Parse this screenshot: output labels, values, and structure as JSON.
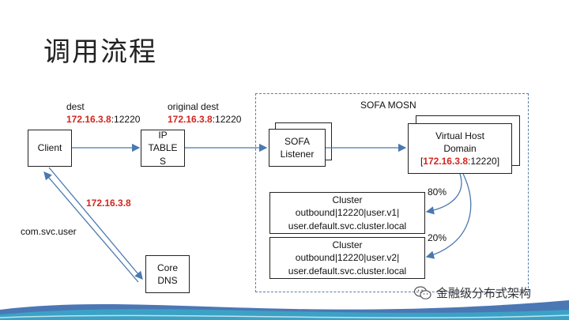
{
  "title": "调用流程",
  "group_label": "SOFA MOSN",
  "nodes": {
    "client": "Client",
    "iptables": [
      "IP",
      "TABLE",
      "S"
    ],
    "sofa_listener": [
      "SOFA",
      "Listener"
    ],
    "virtual_host": {
      "line1": "Virtual Host",
      "line2": "Domain",
      "ip": "172.16.3.8",
      "port_suffix": ":12220]",
      "open": "["
    },
    "cluster_v1": [
      "Cluster",
      "outbound|12220|user.v1|",
      "user.default.svc.cluster.local"
    ],
    "cluster_v2": [
      "Cluster",
      "outbound|12220|user.v2|",
      "user.default.svc.cluster.local"
    ],
    "core_dns": [
      "Core",
      "DNS"
    ]
  },
  "labels": {
    "dest": "dest",
    "dest_ip": "172.16.3.8",
    "dest_port": ":12220",
    "orig_dest": "original dest",
    "orig_ip": "172.16.3.8",
    "orig_port": ":12220",
    "dns_ip": "172.16.3.8",
    "svc": "com.svc.user",
    "pct_v1": "80%",
    "pct_v2": "20%"
  },
  "brand": {
    "text": "金融级分布式架构",
    "icon": "wechat-icon"
  },
  "colors": {
    "accent_red": "#d0261d",
    "group_border": "#5a7fa8",
    "arrow": "#4a78b0",
    "wave_teal": "#3aa6c8",
    "wave_blue": "#2c5fa8"
  }
}
